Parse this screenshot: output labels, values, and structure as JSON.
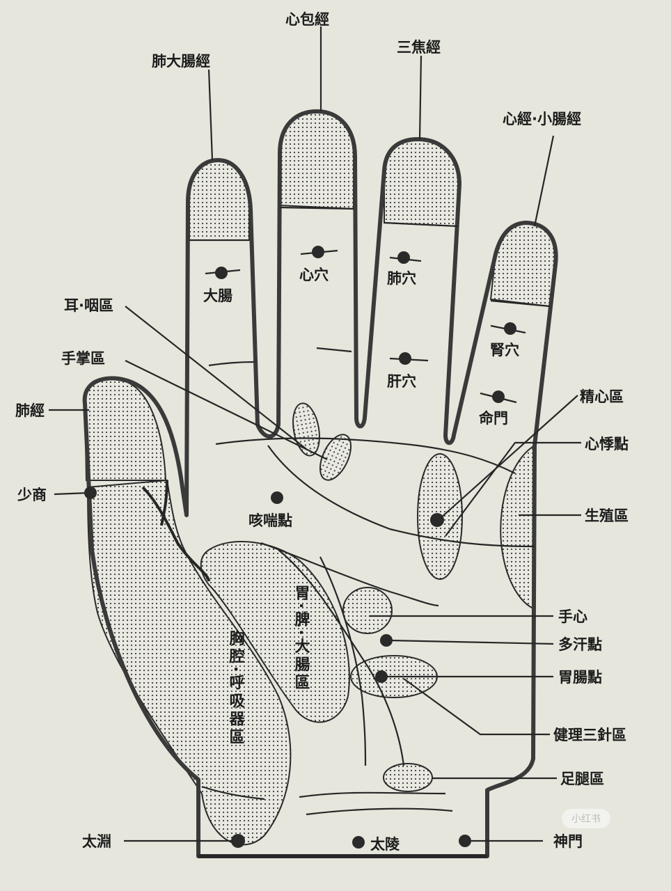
{
  "meridians": {
    "lung_large_intestine": "肺大腸經",
    "pericardium": "心包經",
    "triple_burner": "三焦經",
    "heart_small_intestine": "心經·小腸經",
    "lung": "肺經"
  },
  "finger_points": {
    "large_intestine": "大腸",
    "heart": "心穴",
    "lung": "肺穴",
    "liver": "肝穴",
    "kidney": "腎穴",
    "mingmen": "命門"
  },
  "left_labels": {
    "ear_throat": "耳·咽區",
    "palm_zone": "手掌區",
    "shaoshang": "少商",
    "taiyuan": "太淵"
  },
  "palm_labels": {
    "cough_asthma": "咳喘點",
    "daling": "太陵",
    "chest_respiratory": "胸腔·呼吸器區",
    "stomach_spleen_li": "胃·脾·大腸區"
  },
  "right_labels": {
    "essence_heart": "精心區",
    "palpitation": "心悸點",
    "reproductive": "生殖區",
    "palm_center": "手心",
    "sweating": "多汗點",
    "stomach_intestine": "胃腸點",
    "three_needles": "健理三針區",
    "foot_leg": "足腿區",
    "shenmen": "神門"
  },
  "watermark": {
    "brand": "小红书"
  },
  "colors": {
    "background": "#e6e6dd",
    "ink": "#262626"
  }
}
